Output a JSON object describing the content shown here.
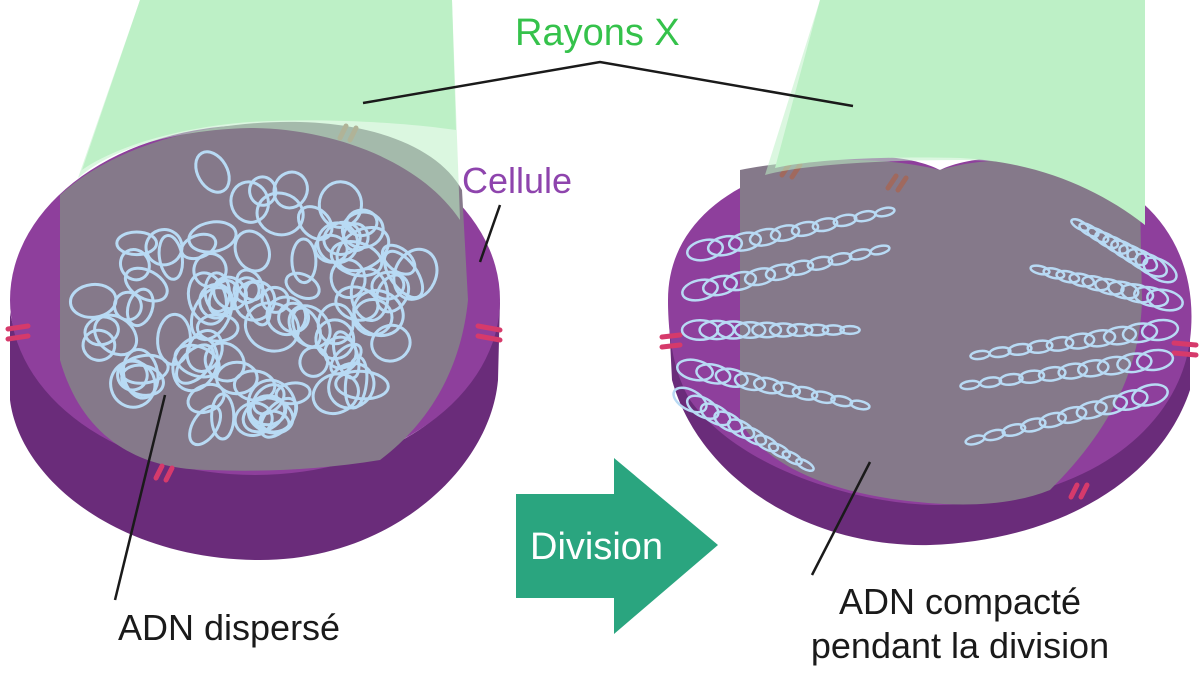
{
  "labels": {
    "rays": "Rayons X",
    "cell": "Cellule",
    "dispersed_dna": "ADN dispersé",
    "compacted_dna_line1": "ADN compacté",
    "compacted_dna_line2": "pendant la division",
    "arrow": "Division"
  },
  "colors": {
    "xray_beam": "#bdf0c6",
    "ray_label": "#35c24b",
    "cell_label": "#8e44ad",
    "membrane_top": "#8e3f9c",
    "membrane_side": "#6a2c7a",
    "cytoplasm": "#85798a",
    "dna": "#b8daf4",
    "marker_pink": "#d63a6b",
    "marker_brown": "#a0695e",
    "arrow": "#2aa57f",
    "arrow_text": "#ffffff",
    "text": "#1a1a1a",
    "leader_line": "#1a1a1a"
  }
}
